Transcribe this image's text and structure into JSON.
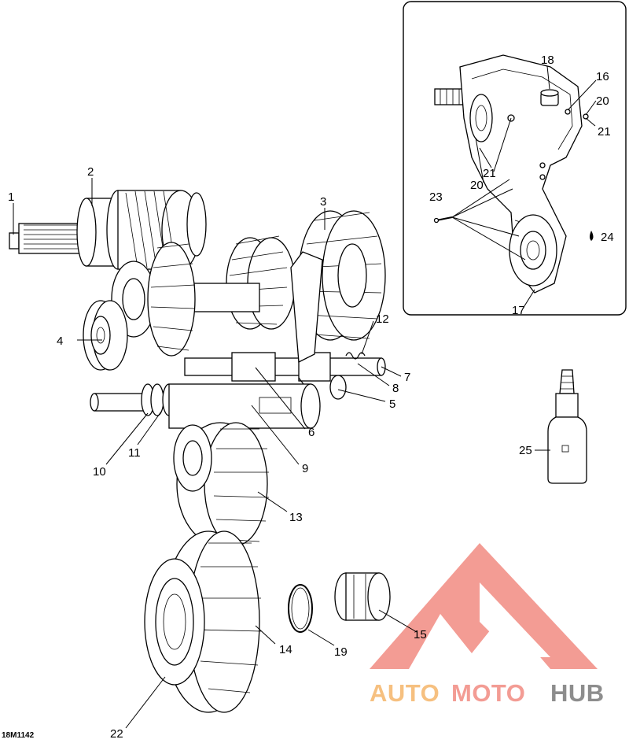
{
  "diagram": {
    "code": "18M1142",
    "labels": {
      "l1": "1",
      "l2": "2",
      "l3": "3",
      "l4": "4",
      "l5": "5",
      "l6": "6",
      "l7": "7",
      "l8": "8",
      "l9": "9",
      "l10": "10",
      "l11": "11",
      "l12": "12",
      "l13": "13",
      "l14": "14",
      "l15": "15",
      "l16": "16",
      "l17": "17",
      "l18": "18",
      "l19": "19",
      "l20a": "20",
      "l20b": "20",
      "l21a": "21",
      "l21b": "21",
      "l22": "22",
      "l23": "23",
      "l24": "24",
      "l25": "25"
    }
  },
  "watermark": {
    "part1": "AUTO",
    "part2": "MOTO",
    "part3": "HUB",
    "color_primary": "#f28b82",
    "color_secondary": "#f5b66a",
    "color_dark": "#7a7a7a"
  }
}
